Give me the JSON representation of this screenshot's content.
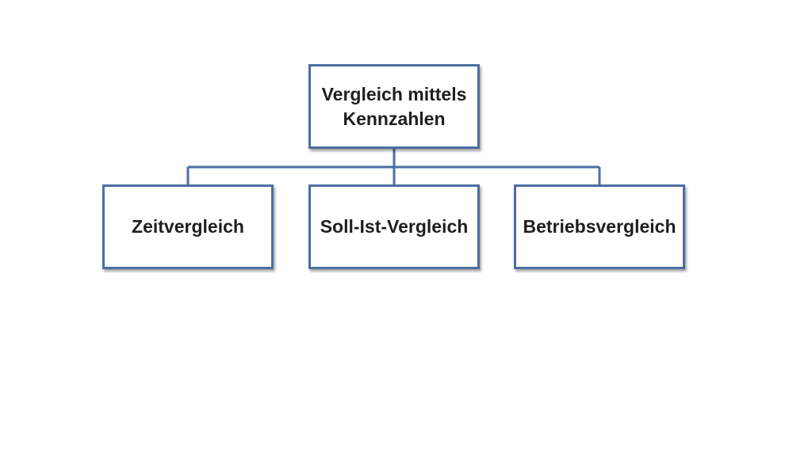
{
  "diagram": {
    "type": "org-chart",
    "root": {
      "label": "Vergleich mittels Kennzahlen"
    },
    "children": [
      {
        "label": "Zeitvergleich"
      },
      {
        "label": "Soll-Ist-Vergleich"
      },
      {
        "label": "Betriebsvergleich"
      }
    ],
    "colors": {
      "border": "#4a6fa0",
      "connector": "#4a6fa0",
      "text": "#1f1f1f",
      "background": "#ffffff"
    }
  }
}
